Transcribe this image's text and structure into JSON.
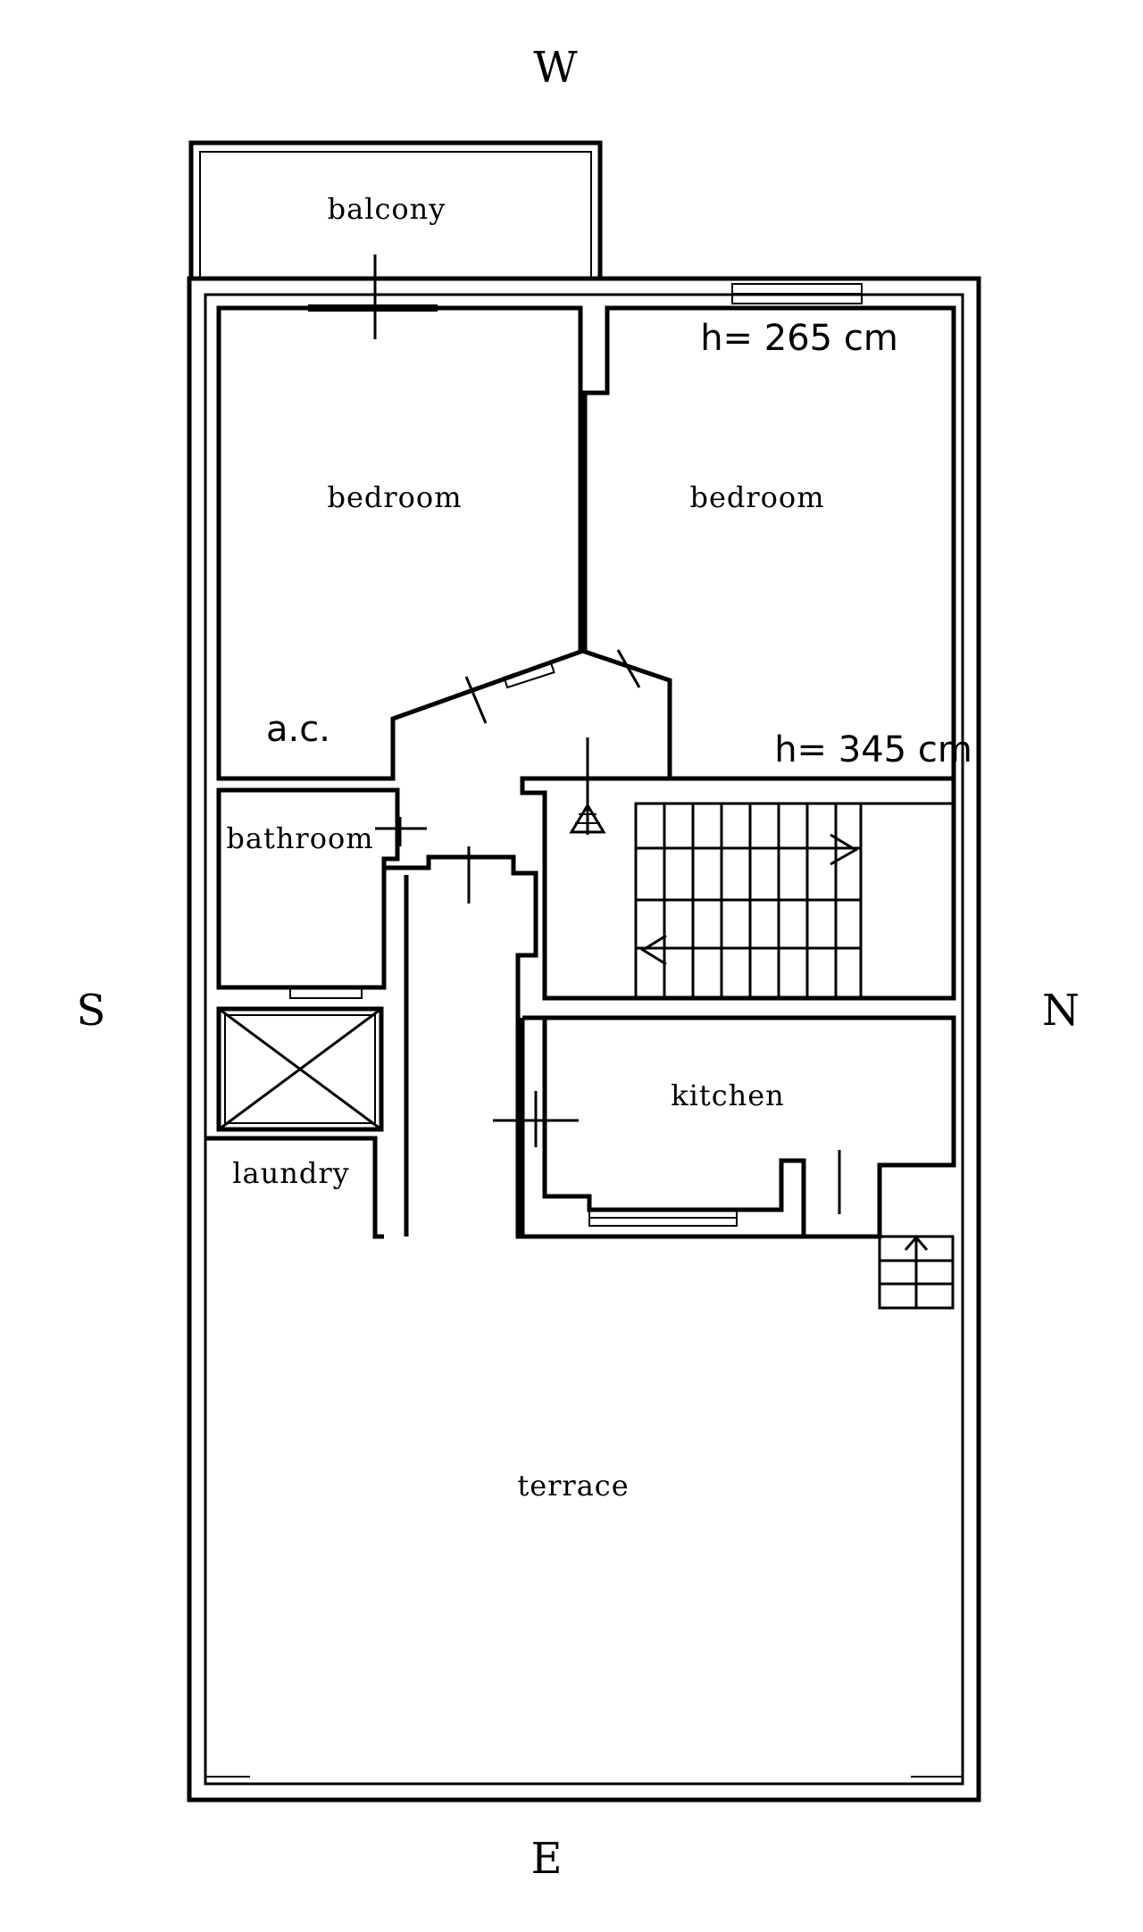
{
  "compass": {
    "north": "N",
    "south": "S",
    "east": "E",
    "west": "W"
  },
  "rooms": {
    "balcony": "balcony",
    "bedroom_left": "bedroom",
    "bedroom_right": "bedroom",
    "ac": "a.c.",
    "bathroom": "bathroom",
    "laundry": "laundry",
    "kitchen": "kitchen",
    "terrace": "terrace"
  },
  "heights": {
    "upper": "h= 265 cm",
    "lower": "h= 345 cm"
  }
}
